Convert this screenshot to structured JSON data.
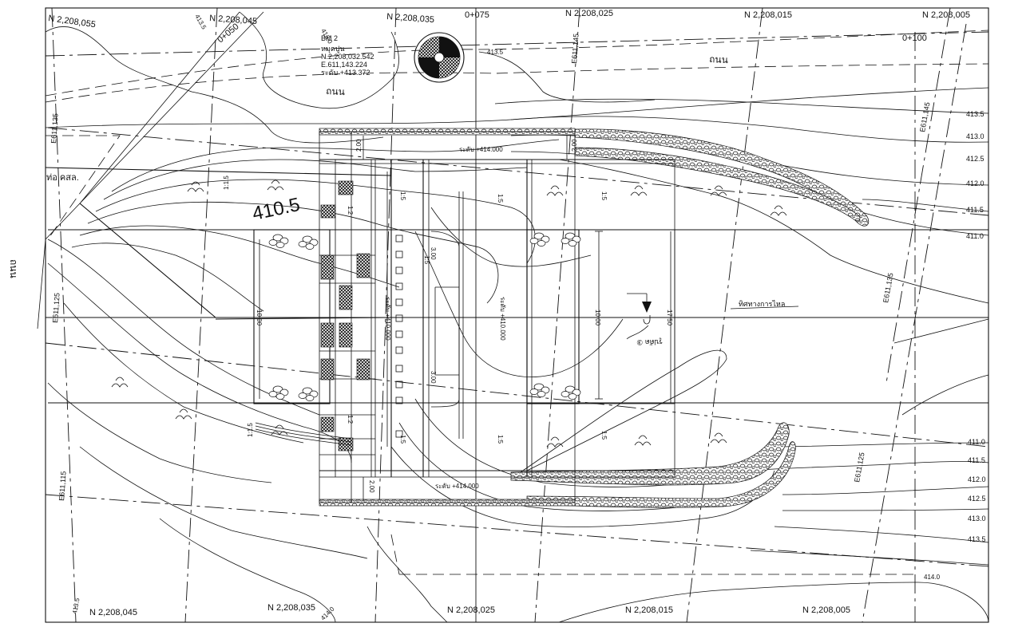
{
  "drawing": {
    "top_northings": [
      "N 2,208,055",
      "N 2,208,045",
      "N 2,208,035",
      "N 2,208,025",
      "N 2,208,015",
      "N 2,208,005"
    ],
    "bottom_northings": [
      "N 2,208,045",
      "N 2,208,035",
      "N 2,208,025",
      "N 2,208,015",
      "N 2,208,005"
    ],
    "eastings": [
      "E611,135",
      "E611,125",
      "E611,115",
      "E611,145",
      "E611,145",
      "E611,135",
      "E611,125"
    ],
    "stations": [
      "0+050",
      "0+075",
      "0+100"
    ],
    "benchmark": {
      "name": "BM 2",
      "desc": "หมุดปูน",
      "north": "N.2,208,032.542",
      "east": "E.611,143.224",
      "level": "ระดับ +413.372"
    },
    "road_labels": [
      "ถนน",
      "ถนน",
      "ถนน"
    ],
    "pipe_label": "ท่อ คสล.",
    "flow_label": "ทิศทางการไหล",
    "section_label": "รูปตัด ③",
    "big_contour": "410.5",
    "contour_right": [
      "413.5",
      "413.0",
      "412.5",
      "412.0",
      "411.5",
      "411.0"
    ],
    "contour_right_bottom": [
      "411.0",
      "411.5",
      "412.0",
      "412.5",
      "413.0",
      "413.5"
    ],
    "contour_misc": [
      "413.5",
      "413.0",
      "413.5",
      "414.0",
      "413.5",
      "414.0"
    ],
    "levels": [
      "ระดับ +414.000",
      "ระดับ +414.000",
      "ระดับ +410.000",
      "ระดับ +410.000"
    ],
    "dims": [
      "2.00",
      "2.00",
      "2.00",
      "10.00",
      "10.00",
      "17.50",
      "3.00",
      "3.00",
      "1:5",
      "1:5",
      "1:5",
      "1:5",
      "1:2",
      "1:2",
      "1:5",
      "1:5",
      "1:1.5",
      "1:1.5",
      "1:5"
    ]
  }
}
